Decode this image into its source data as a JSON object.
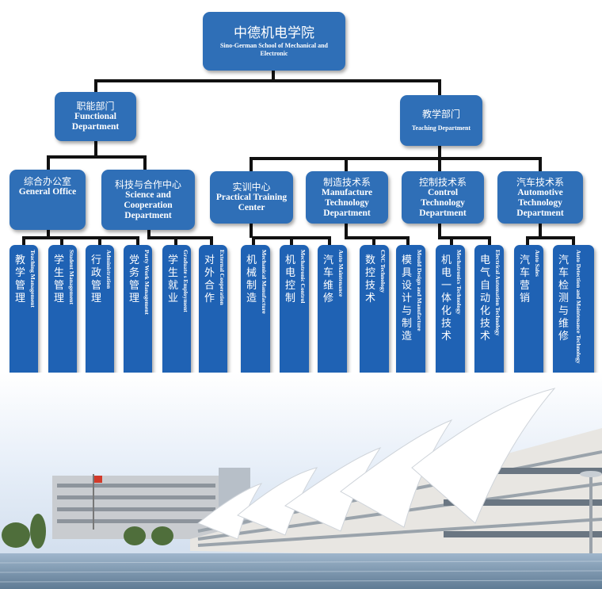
{
  "root": {
    "zh": "中德机电学院",
    "en": "Sino-German School of Mechanical and Electronic"
  },
  "functional": {
    "zh": "职能部门",
    "en": "Functional Department"
  },
  "teaching": {
    "zh": "教学部门",
    "en": "Teaching  Department"
  },
  "general_office": {
    "zh": "综合办公室",
    "en": "General Office"
  },
  "science": {
    "zh": "科技与合作中心",
    "en": "Science and Cooperation Department"
  },
  "training": {
    "zh": "实训中心",
    "en": "Practical Training Center"
  },
  "manufacture": {
    "zh": "制造技术系",
    "en": "Manufacture Technology Department"
  },
  "control": {
    "zh": "控制技术系",
    "en": "Control Technology Department"
  },
  "automotive": {
    "zh": "汽车技术系",
    "en": "Automotive Technology Department"
  },
  "leaves": [
    {
      "zh": "教学管理",
      "en": "Teaching Management"
    },
    {
      "zh": "学生管理",
      "en": "Student Management"
    },
    {
      "zh": "行政管理",
      "en": "Administration"
    },
    {
      "zh": "党务管理",
      "en": "Party Work Management"
    },
    {
      "zh": "学生就业",
      "en": "Graduate s Employment"
    },
    {
      "zh": "对外合作",
      "en": "External Cooperation"
    },
    {
      "zh": "机械制造",
      "en": "Mechanical Manufacture"
    },
    {
      "zh": "机电控制",
      "en": "Mechatronic Control"
    },
    {
      "zh": "汽车维修",
      "en": "Auto Maintenance"
    },
    {
      "zh": "数控技术",
      "en": "CNC Technology"
    },
    {
      "zh": "模具设计与制造",
      "en": "Mould Design and Manufacture"
    },
    {
      "zh": "机电一体化技术",
      "en": "Mechatronics Technology"
    },
    {
      "zh": "电气自动化技术",
      "en": "Electrical Automation Technology"
    },
    {
      "zh": "汽车营销",
      "en": "Auto Sales"
    },
    {
      "zh": "汽车检测与维修",
      "en": "Auto Detection and Maintenance Technology"
    }
  ],
  "colors": {
    "box": "#2f6fb7",
    "leaf": "#1f62b4",
    "connector": "#111111"
  }
}
